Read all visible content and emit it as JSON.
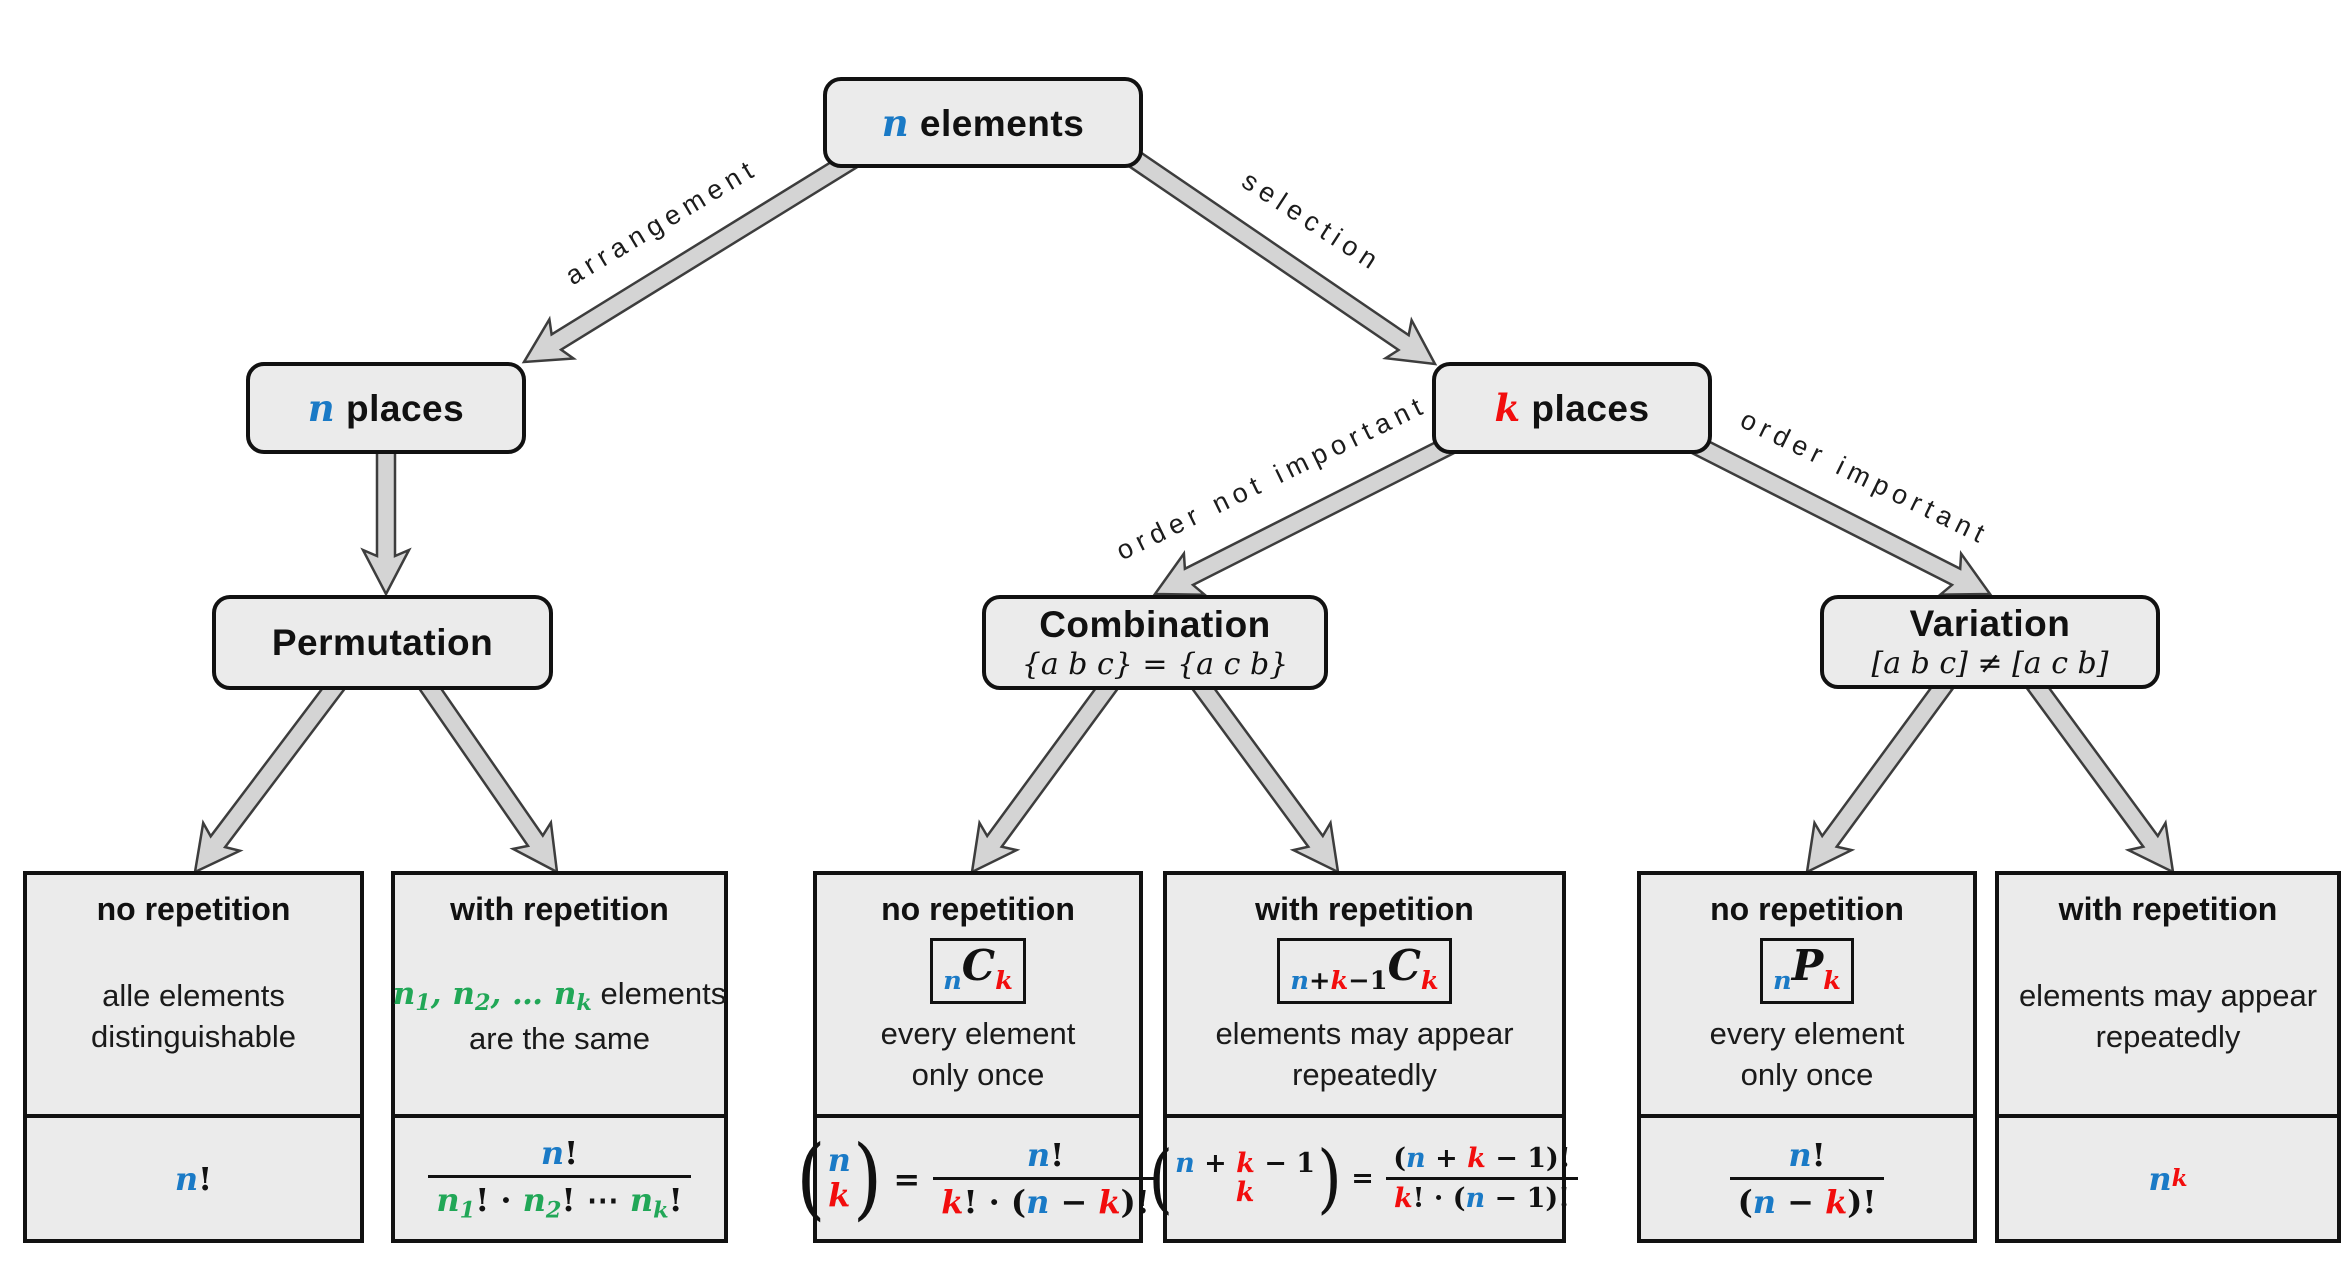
{
  "colors": {
    "blue": "#1a7ac6",
    "red": "#f20d0d",
    "green": "#21a757",
    "node_fill": "#ebebeb",
    "border": "#111111",
    "arrow_fill": "#d4d4d4",
    "arrow_outline": "#3d3d3d"
  },
  "nodes": {
    "n_elements": {
      "label": [
        {
          "t": "n",
          "c": "b",
          "v": true
        },
        {
          "t": " elements"
        }
      ]
    },
    "n_places": {
      "label": [
        {
          "t": "n",
          "c": "b",
          "v": true
        },
        {
          "t": " places"
        }
      ]
    },
    "k_places": {
      "label": [
        {
          "t": "k",
          "c": "r",
          "v": true
        },
        {
          "t": " places"
        }
      ]
    },
    "permutation": {
      "label": [
        {
          "t": "Permutation"
        }
      ]
    },
    "combination": {
      "label": [
        {
          "t": "Combination"
        }
      ],
      "sub": "{a b c} = {a c b}"
    },
    "variation": {
      "label": [
        {
          "t": "Variation"
        }
      ],
      "sub": "[a b c] ≠ [a c b]"
    }
  },
  "edge_labels": {
    "arrangement": "arrangement",
    "selection": "selection",
    "order_not_important": "order not important",
    "order_important": "order important"
  },
  "cards": [
    {
      "title": "no repetition",
      "desc": [
        [
          {
            "t": "alle elements"
          }
        ],
        [
          {
            "t": "distinguishable"
          }
        ]
      ],
      "formula": [
        {
          "t": "n",
          "c": "b",
          "v": true
        },
        {
          "t": "!"
        }
      ]
    },
    {
      "title": "with repetition",
      "desc": [
        [
          {
            "t": "n",
            "c": "g",
            "v": true
          },
          {
            "t": "1",
            "c": "g",
            "v": true,
            "pos": "sub"
          },
          {
            "t": ", ",
            "c": "g",
            "v": true
          },
          {
            "t": "n",
            "c": "g",
            "v": true
          },
          {
            "t": "2",
            "c": "g",
            "v": true,
            "pos": "sub"
          },
          {
            "t": ", … ",
            "c": "g",
            "v": true
          },
          {
            "t": "n",
            "c": "g",
            "v": true
          },
          {
            "t": "k",
            "c": "g",
            "v": true,
            "pos": "sub"
          },
          {
            "t": " elements"
          }
        ],
        [
          {
            "t": "are the same"
          }
        ]
      ],
      "formula": [
        {
          "frac": {
            "num": [
              {
                "t": "n",
                "c": "b",
                "v": true
              },
              {
                "t": "!"
              }
            ],
            "den": [
              {
                "t": "n",
                "c": "g",
                "v": true
              },
              {
                "t": "1",
                "c": "g",
                "v": true,
                "pos": "sub"
              },
              {
                "t": "! · "
              },
              {
                "t": "n",
                "c": "g",
                "v": true
              },
              {
                "t": "2",
                "c": "g",
                "v": true,
                "pos": "sub"
              },
              {
                "t": "! ⋯ "
              },
              {
                "t": "n",
                "c": "g",
                "v": true
              },
              {
                "t": "k",
                "c": "g",
                "v": true,
                "pos": "sub"
              },
              {
                "t": "!"
              }
            ]
          }
        }
      ]
    },
    {
      "title": "no repetition",
      "symbol": [
        {
          "t": "n",
          "c": "b",
          "v": true,
          "pos": "sub"
        },
        {
          "t": "C",
          "v": true,
          "big": true
        },
        {
          "t": "k",
          "c": "r",
          "v": true,
          "pos": "sub"
        }
      ],
      "desc": [
        [
          {
            "t": "every element"
          }
        ],
        [
          {
            "t": "only once"
          }
        ]
      ],
      "formula": [
        {
          "binom": {
            "top": [
              {
                "t": "n",
                "c": "b",
                "v": true
              }
            ],
            "bot": [
              {
                "t": "k",
                "c": "r",
                "v": true
              }
            ]
          }
        },
        {
          "t": " = "
        },
        {
          "frac": {
            "num": [
              {
                "t": "n",
                "c": "b",
                "v": true
              },
              {
                "t": "!"
              }
            ],
            "den": [
              {
                "t": "k",
                "c": "r",
                "v": true
              },
              {
                "t": "! · ("
              },
              {
                "t": "n",
                "c": "b",
                "v": true
              },
              {
                "t": " − "
              },
              {
                "t": "k",
                "c": "r",
                "v": true
              },
              {
                "t": ")!"
              }
            ]
          }
        }
      ]
    },
    {
      "title": "with repetition",
      "symbol": [
        {
          "t": "n",
          "c": "b",
          "v": true,
          "pos": "sub"
        },
        {
          "t": "+",
          "pos": "sub"
        },
        {
          "t": "k",
          "c": "r",
          "v": true,
          "pos": "sub"
        },
        {
          "t": "−1",
          "pos": "sub"
        },
        {
          "t": "C",
          "v": true,
          "big": true
        },
        {
          "t": "k",
          "c": "r",
          "v": true,
          "pos": "sub"
        }
      ],
      "desc": [
        [
          {
            "t": "elements may appear"
          }
        ],
        [
          {
            "t": "repeatedly"
          }
        ]
      ],
      "formula": [
        {
          "binom": {
            "top": [
              {
                "t": "n",
                "c": "b",
                "v": true
              },
              {
                "t": " + "
              },
              {
                "t": "k",
                "c": "r",
                "v": true
              },
              {
                "t": " − 1"
              }
            ],
            "bot": [
              {
                "t": "k",
                "c": "r",
                "v": true
              }
            ]
          }
        },
        {
          "t": " = "
        },
        {
          "frac": {
            "num": [
              {
                "t": "("
              },
              {
                "t": "n",
                "c": "b",
                "v": true
              },
              {
                "t": " + "
              },
              {
                "t": "k",
                "c": "r",
                "v": true
              },
              {
                "t": " − 1)!"
              }
            ],
            "den": [
              {
                "t": "k",
                "c": "r",
                "v": true
              },
              {
                "t": "! · ("
              },
              {
                "t": "n",
                "c": "b",
                "v": true
              },
              {
                "t": " − 1)!"
              }
            ]
          }
        }
      ]
    },
    {
      "title": "no repetition",
      "symbol": [
        {
          "t": "n",
          "c": "b",
          "v": true,
          "pos": "sub"
        },
        {
          "t": "P",
          "v": true,
          "big": true
        },
        {
          "t": "k",
          "c": "r",
          "v": true,
          "pos": "sub"
        }
      ],
      "desc": [
        [
          {
            "t": "every element"
          }
        ],
        [
          {
            "t": "only once"
          }
        ]
      ],
      "formula": [
        {
          "frac": {
            "num": [
              {
                "t": "n",
                "c": "b",
                "v": true
              },
              {
                "t": "!"
              }
            ],
            "den": [
              {
                "t": "("
              },
              {
                "t": "n",
                "c": "b",
                "v": true
              },
              {
                "t": " − "
              },
              {
                "t": "k",
                "c": "r",
                "v": true
              },
              {
                "t": ")!"
              }
            ]
          }
        }
      ]
    },
    {
      "title": "with repetition",
      "desc": [
        [
          {
            "t": "elements may appear"
          }
        ],
        [
          {
            "t": "repeatedly"
          }
        ]
      ],
      "formula": [
        {
          "t": "n",
          "c": "b",
          "v": true
        },
        {
          "t": "k",
          "c": "r",
          "v": true,
          "pos": "sup"
        }
      ]
    }
  ]
}
